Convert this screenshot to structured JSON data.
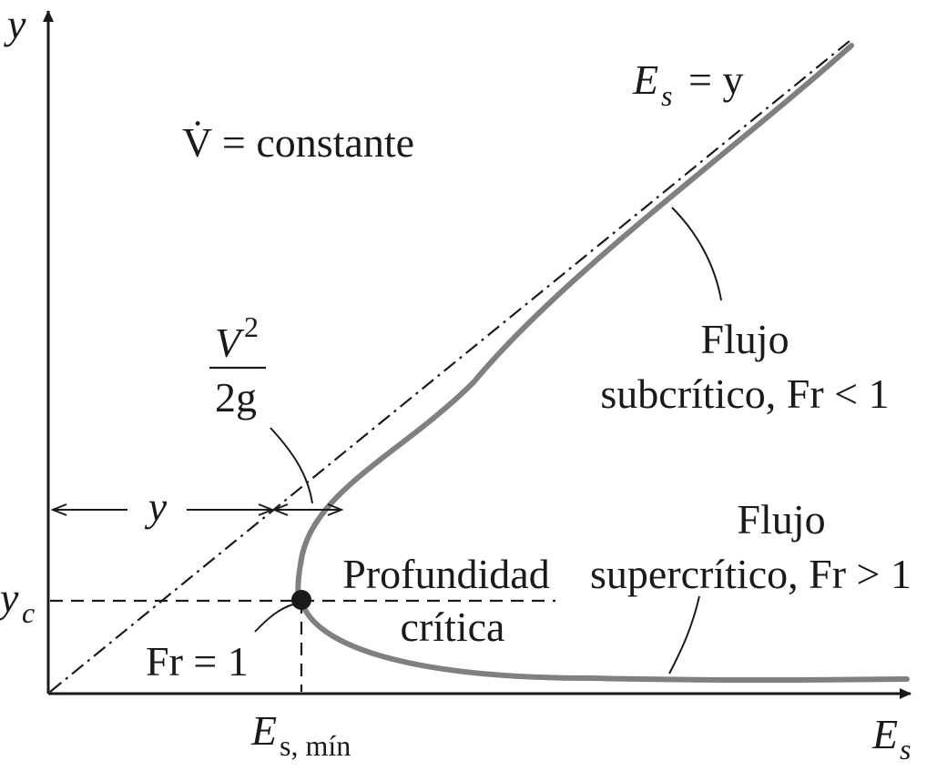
{
  "axes": {
    "x_label": "E",
    "x_label_sub": "s",
    "y_label": "y"
  },
  "annotations": {
    "flow_rate": "V̇ = constante",
    "asymptote_lhs": "E",
    "asymptote_lhs_sub": "s",
    "asymptote_rhs": "= y",
    "subcritical_line1": "Flujo",
    "subcritical_line2": "subcrítico, Fr < 1",
    "supercritical_line1": "Flujo",
    "supercritical_line2": "supercrítico, Fr > 1",
    "critical_depth_line1": "Profundidad",
    "critical_depth_line2": "crítica",
    "froude_one": "Fr = 1",
    "yc_label": "y",
    "yc_sub": "c",
    "esmin_label": "E",
    "esmin_sub": "s, mín",
    "depth_dim_label": "y",
    "velocity_head_num": "V",
    "velocity_head_exp": "2",
    "velocity_head_den": "2g"
  },
  "colors": {
    "curve": "#808080",
    "ink": "#1a1a1a"
  }
}
